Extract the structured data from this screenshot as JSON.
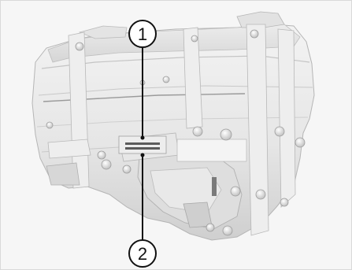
{
  "diagram": {
    "subject": "transmission-housing",
    "callouts": [
      {
        "number": "1",
        "description": ""
      },
      {
        "number": "2",
        "description": ""
      }
    ]
  },
  "colors": {
    "background": "#f6f6f6",
    "housing_light": "#f2f2f2",
    "housing_mid": "#d9d9d9",
    "housing_dark": "#a8a8a8",
    "callout_stroke": "#111111"
  }
}
